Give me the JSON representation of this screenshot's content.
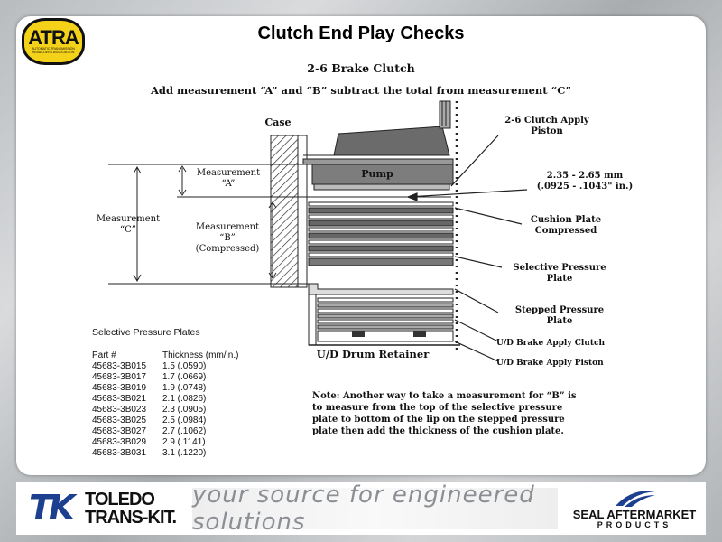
{
  "title": "Clutch End Play Checks",
  "logo": {
    "text": "ATRA",
    "subtext": "AUTOMATIC TRANSMISSION REBUILDERS ASSOCIATION"
  },
  "diagram": {
    "heading": "2-6 Brake Clutch",
    "instruction": "Add measurement “A” and “B” subtract the total from measurement “C”",
    "case_label": "Case",
    "pump_label": "Pump",
    "drum_label": "U/D Drum Retainer",
    "measurement_a": [
      "Measurement",
      "“A”"
    ],
    "measurement_b": [
      "Measurement",
      "“B”",
      "(Compressed)"
    ],
    "measurement_c": [
      "Measurement",
      "“C”"
    ],
    "callouts": {
      "apply_piston": [
        "2-6 Clutch Apply",
        "Piston"
      ],
      "clearance": [
        "2.35 - 2.65 mm",
        "(.0925 - .1043\" in.)"
      ],
      "cushion": [
        "Cushion Plate",
        "Compressed"
      ],
      "selective": [
        "Selective Pressure",
        "Plate"
      ],
      "stepped": [
        "Stepped Pressure",
        "Plate"
      ],
      "ud_clutch": "U/D Brake Apply Clutch",
      "ud_piston": "U/D Brake Apply Piston"
    }
  },
  "table": {
    "caption": "Selective Pressure Plates",
    "headers": [
      "Part #",
      "Thickness (mm/in.)"
    ],
    "rows": [
      [
        "45683-3B015",
        "1.5 (.0590)"
      ],
      [
        "45683-3B017",
        "1.7 (.0669)"
      ],
      [
        "45683-3B019",
        "1.9 (.0748)"
      ],
      [
        "45683-3B021",
        "2.1 (.0826)"
      ],
      [
        "45683-3B023",
        "2.3 (.0905)"
      ],
      [
        "45683-3B025",
        "2.5 (.0984)"
      ],
      [
        "45683-3B027",
        "2.7 (.1062)"
      ],
      [
        "45683-3B029",
        "2.9 (.1141)"
      ],
      [
        "45683-3B031",
        "3.1 (.1220)"
      ]
    ]
  },
  "note": "Note: Another way to take a measurement for “B” is to measure from the top of the selective pressure plate to bottom of the lip on the stepped pressure plate then add the thickness of the cushion plate.",
  "footer": {
    "ttk_mark": "TK",
    "ttk_line1": "TOLEDO",
    "ttk_line2": "TRANS-KIT.",
    "slogan": "your source for engineered solutions",
    "seal_line1": "SEAL AFTERMARKET",
    "seal_line2": "PRODUCTS"
  }
}
